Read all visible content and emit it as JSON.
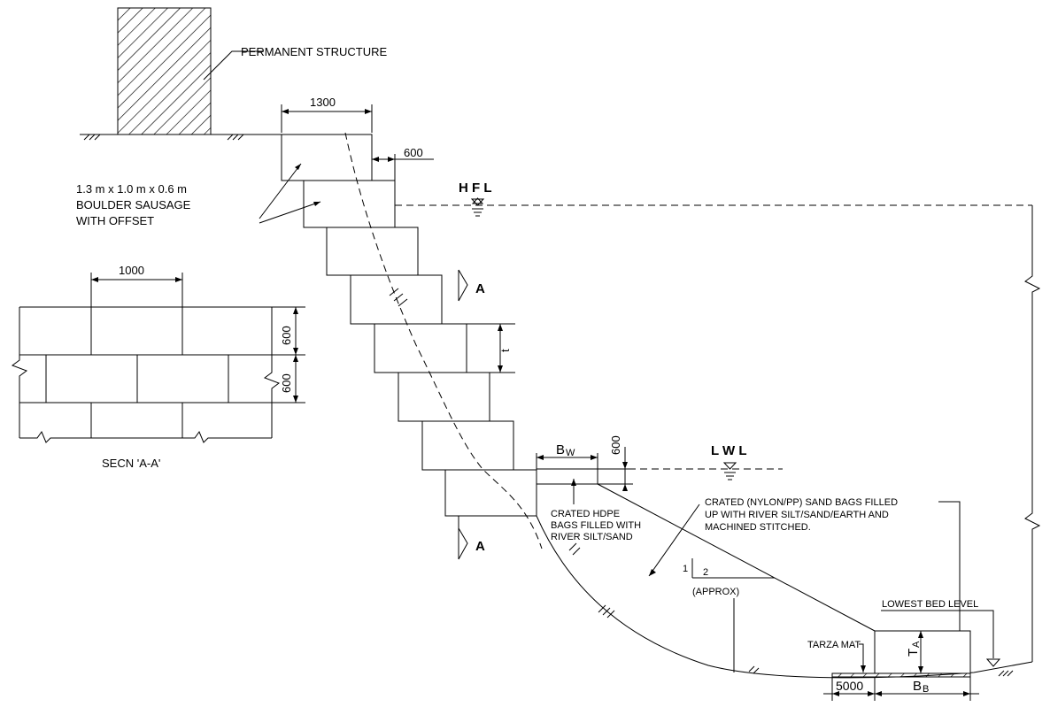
{
  "labels": {
    "permanent_structure": "PERMANENT STRUCTURE",
    "dim_1300": "1300",
    "dim_600_offset": "600",
    "sausage_line1": "1.3 m x 1.0 m x 0.6 m",
    "sausage_line2": "BOULDER SAUSAGE",
    "sausage_line3": "WITH  OFFSET",
    "hfl": "H F L",
    "lwl": "L W L",
    "section_mark_top": "A",
    "section_mark_bottom": "A",
    "dim_t": "t",
    "dim_bw_main": "B",
    "dim_bw_sub": "W",
    "dim_600_lwl": "600",
    "hdpe_line1": "CRATED HDPE",
    "hdpe_line2": "BAGS FILLED WITH",
    "hdpe_line3": "RIVER SILT/SAND",
    "nylon_line1": "CRATED (NYLON/PP) SAND BAGS FILLED",
    "nylon_line2": "UP WITH  RIVER SILT/SAND/EARTH  AND",
    "nylon_line3": "MACHINED STITCHED.",
    "slope_1": "1",
    "slope_2": "2",
    "approx": "(APPROX)",
    "lowest_bed_level": "LOWEST BED LEVEL",
    "tarza_mat": "TARZA MAT",
    "dim_ta_main": "T",
    "dim_ta_sub": "A",
    "dim_5000": "5000",
    "dim_bb_main": "B",
    "dim_bb_sub": "B",
    "secn_dim_1000": "1000",
    "secn_dim_600a": "600",
    "secn_dim_600b": "600",
    "secn_title": "SECN 'A-A'"
  }
}
